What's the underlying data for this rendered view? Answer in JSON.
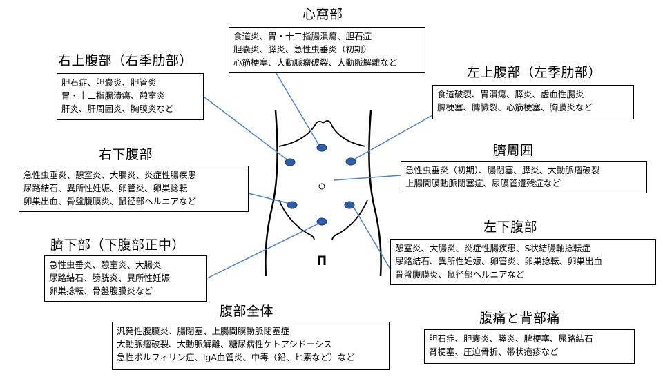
{
  "regions": {
    "epigastric": {
      "title": "心窩部",
      "lines": [
        "食道炎、胃・十二指腸潰瘍、胆石症",
        "胆嚢炎、膵炎、急性虫垂炎（初期）",
        "心筋梗塞、大動脈瘤破裂、大動脈解離など"
      ]
    },
    "right_upper": {
      "title": "右上腹部（右季肋部）",
      "lines": [
        "胆石症、胆嚢炎、胆管炎",
        "胃・十二指腸潰瘍、憩室炎",
        "肝炎、肝周囲炎、胸膜炎など"
      ]
    },
    "left_upper": {
      "title": "左上腹部（左季肋部）",
      "lines": [
        "食道破裂、胃潰瘍、膵炎、虚血性腸炎",
        "脾梗塞、脾臓裂、心筋梗塞、胸膜炎など"
      ]
    },
    "right_lower": {
      "title": "右下腹部",
      "lines": [
        "急性虫垂炎、憩室炎、大腸炎、炎症性腸疾患",
        "尿路結石、異所性妊娠、卵管炎、卵巣捻転",
        "卵巣出血、骨盤腹膜炎、鼠径部ヘルニアなど"
      ]
    },
    "periumbilical": {
      "title": "臍周囲",
      "lines": [
        "急性虫垂炎（初期）、腸閉塞、膵炎、大動脈瘤破裂",
        "上腸間膜動脈閉塞症、尿膜管遺残症など"
      ]
    },
    "hypogastric": {
      "title": "臍下部（下腹部正中）",
      "lines": [
        "急性虫垂炎、憩室炎、大腸炎",
        "尿路結石、膀胱炎、異所性妊娠",
        "卵巣捻転、骨盤腹膜炎など"
      ]
    },
    "left_lower": {
      "title": "左下腹部",
      "lines": [
        "憩室炎、大腸炎、炎症性腸疾患、S状結腸軸捻転症",
        "尿路結石、異所性妊娠、卵管炎、卵巣捻転、卵巣出血",
        "骨盤腹膜炎、鼠径部ヘルニアなど"
      ]
    },
    "whole_abdomen": {
      "title": "腹部全体",
      "lines": [
        "汎発性腹膜炎、腸閉塞、上腸間膜動脈閉塞症",
        "大動脈瘤破裂、大動脈解離、糖尿病性ケトアシドーシス",
        "急性ポルフィリン症、IgA血管炎、中毒（鉛、ヒ素など）など"
      ]
    },
    "back_pain": {
      "title": "腹痛と背部痛",
      "lines": [
        "胆石症、胆嚢炎、膵炎、脾梗塞、尿路結石",
        "腎梗塞、圧迫骨折、帯状疱疹など"
      ]
    }
  },
  "colors": {
    "marker_fill": "#2f5ea8",
    "marker_stroke": "#1f3f75",
    "leader_line": "#4f81bd",
    "outline": "#000000"
  }
}
